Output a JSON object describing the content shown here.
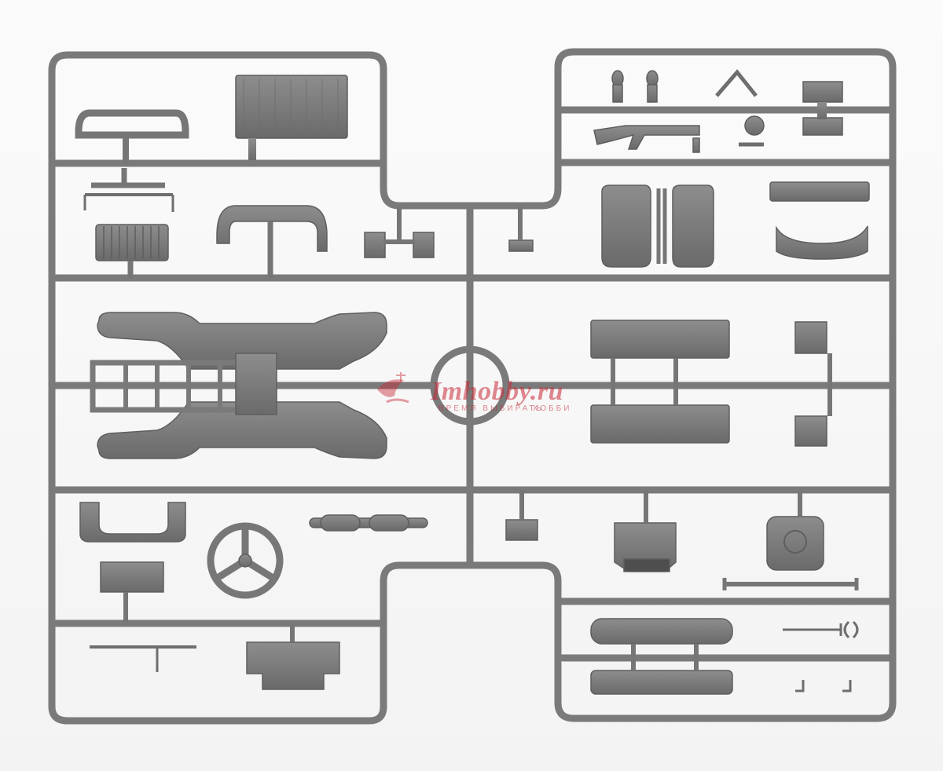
{
  "image": {
    "subject": "plastic-model-sprue",
    "colors": {
      "background": "#f4f4f4",
      "plastic": "#7b7b7b",
      "plastic_light": "#8e8e8e",
      "plastic_dark": "#5f5f5f",
      "watermark": "#c82837"
    }
  },
  "watermark": {
    "site": "Imhobby.ru",
    "tagline_left": "ВРЕМЯ ВЫБИРАТЬ",
    "tagline_right": "ХОББИ"
  },
  "sprue_marking": {
    "label": ""
  }
}
